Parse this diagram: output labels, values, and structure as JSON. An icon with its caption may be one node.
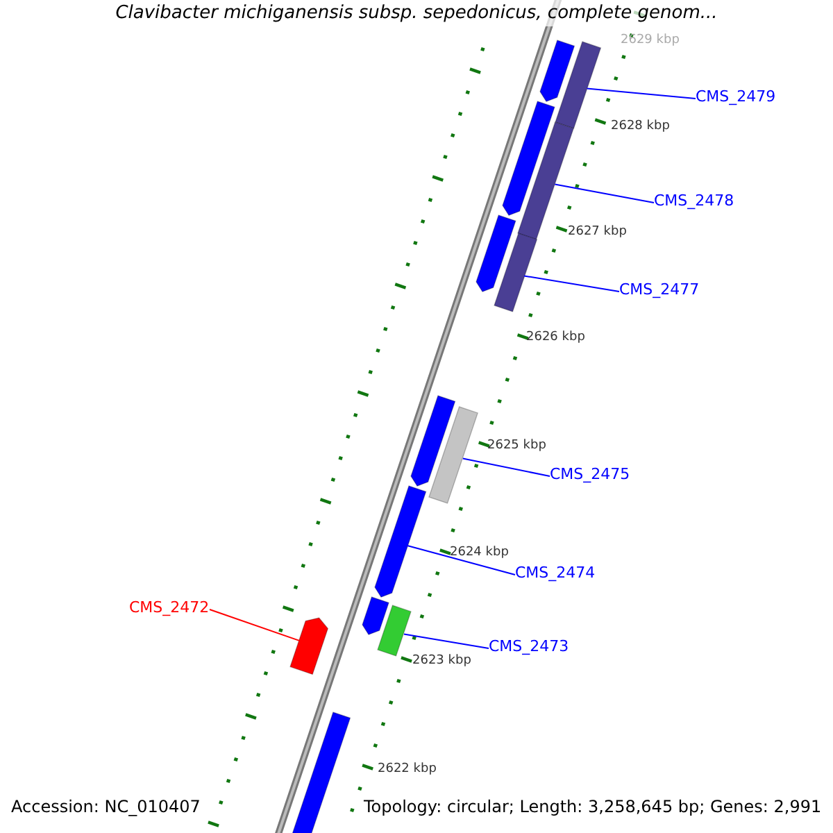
{
  "diagram": {
    "title": "Clavibacter michiganensis subsp. sepedonicus, complete genom...",
    "nodes": [
      {
        "text": [],
        "shape": "arrow"
      },
      {
        "text": [],
        "shape": "bar"
      },
      {
        "text": [
          "CMS_2479"
        ]
      },
      {
        "text": [],
        "shape": "arrow"
      },
      {
        "text": [],
        "shape": "bar"
      },
      {
        "text": [
          "CMS_2478"
        ]
      },
      {
        "text": [],
        "shape": "arrow"
      },
      {
        "text": [],
        "shape": "bar"
      },
      {
        "text": [
          "CMS_2477"
        ]
      },
      {
        "text": [],
        "shape": "arrow"
      },
      {
        "text": [],
        "shape": "bar"
      },
      {
        "text": [
          "CMS_2475"
        ]
      },
      {
        "text": [],
        "shape": "arrow"
      },
      {
        "text": [
          "CMS_2474"
        ]
      },
      {
        "text": [
          "CMS_2472"
        ]
      },
      {
        "text": [],
        "shape": "arrow"
      },
      {
        "text": [],
        "shape": "bar"
      },
      {
        "text": [],
        "shape": "arrow"
      },
      {
        "text": [
          "CMS_2473"
        ]
      },
      {
        "text": [],
        "shape": "arrow"
      }
    ],
    "edges": [
      {
        "from": 2,
        "to": 1,
        "arrow": "none"
      },
      {
        "from": 5,
        "to": 4,
        "arrow": "none"
      },
      {
        "from": 8,
        "to": 7,
        "arrow": "none"
      },
      {
        "from": 11,
        "to": 10,
        "arrow": "none"
      },
      {
        "from": 13,
        "to": 12,
        "arrow": "none"
      },
      {
        "from": 14,
        "to": 17,
        "arrow": "none",
        "color": "#ff0000"
      },
      {
        "from": 18,
        "to": 16,
        "arrow": "none"
      }
    ],
    "labels": [
      "2629 kbp",
      "2628 kbp",
      "2627 kbp",
      "2626 kbp",
      "2625 kbp",
      "2624 kbp",
      "2623 kbp",
      "2622 kbp",
      "Accession: NC_010407",
      "Topology: circular; Length: 3,258,645 bp; Genes: 2,991"
    ]
  }
}
